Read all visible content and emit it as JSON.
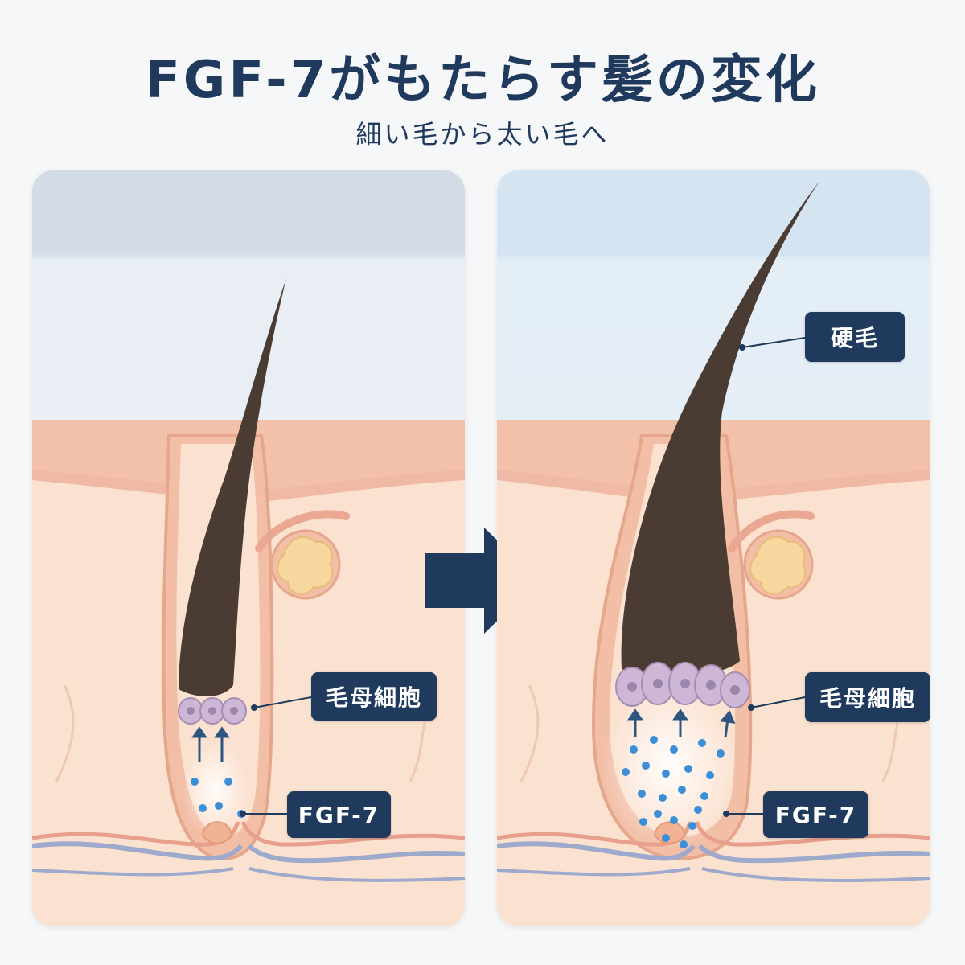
{
  "title": "FGF-7がもたらす髪の変化",
  "subtitle": "細い毛から太い毛へ",
  "left_panel": {
    "labels": {
      "matrix_cells": "毛母細胞",
      "growth_factor": "FGF-7"
    }
  },
  "right_panel": {
    "labels": {
      "terminal_hair": "硬毛",
      "matrix_cells": "毛母細胞",
      "growth_factor": "FGF-7"
    }
  },
  "colors": {
    "title": "#1f3a5c",
    "label_bg": "#1f3a5c",
    "hair": "#4a3b33",
    "skin": "#f5cdb5",
    "dermis": "#fbe3d3",
    "cells": "#cdb6d6",
    "dots": "#3a8fd8"
  },
  "icons": [
    "right-arrow-icon"
  ]
}
